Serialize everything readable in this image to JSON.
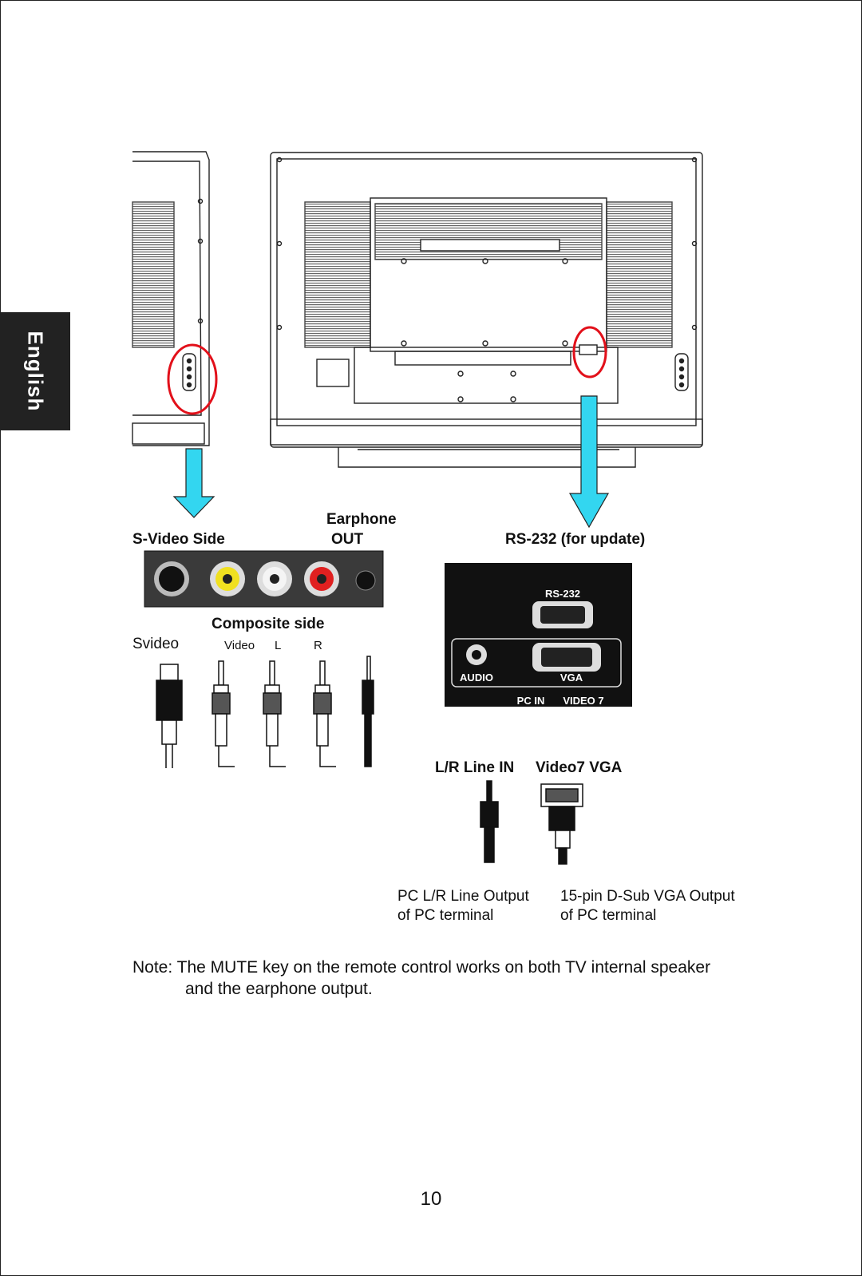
{
  "side_tab": {
    "label": "English"
  },
  "labels": {
    "svideo_side": "S-Video Side",
    "earphone_line1": "Earphone",
    "earphone_line2": "OUT",
    "rs232_update": "RS-232 (for update)",
    "composite_side": "Composite side",
    "svideo": "Svideo",
    "video": "Video",
    "left": "L",
    "right": "R",
    "lr_line_in": "L/R Line IN",
    "video7_vga": "Video7 VGA",
    "pc_lr_line1": "PC L/R Line Output",
    "pc_lr_line2": "of PC terminal",
    "vga_out_line1": "15-pin D-Sub VGA Output",
    "vga_out_line2": "of PC terminal"
  },
  "panel_labels": {
    "rs232": "RS-232",
    "audio": "AUDIO",
    "vga": "VGA",
    "pc_in": "PC  IN",
    "video7": "VIDEO 7"
  },
  "note": {
    "line1": "Note: The MUTE key on the remote control works on both TV internal speaker",
    "line2": "and the earphone output."
  },
  "page_number": "10",
  "colors": {
    "arrow": "#33d6f0",
    "highlight_circle": "#e2101a",
    "panel": "#111111"
  }
}
